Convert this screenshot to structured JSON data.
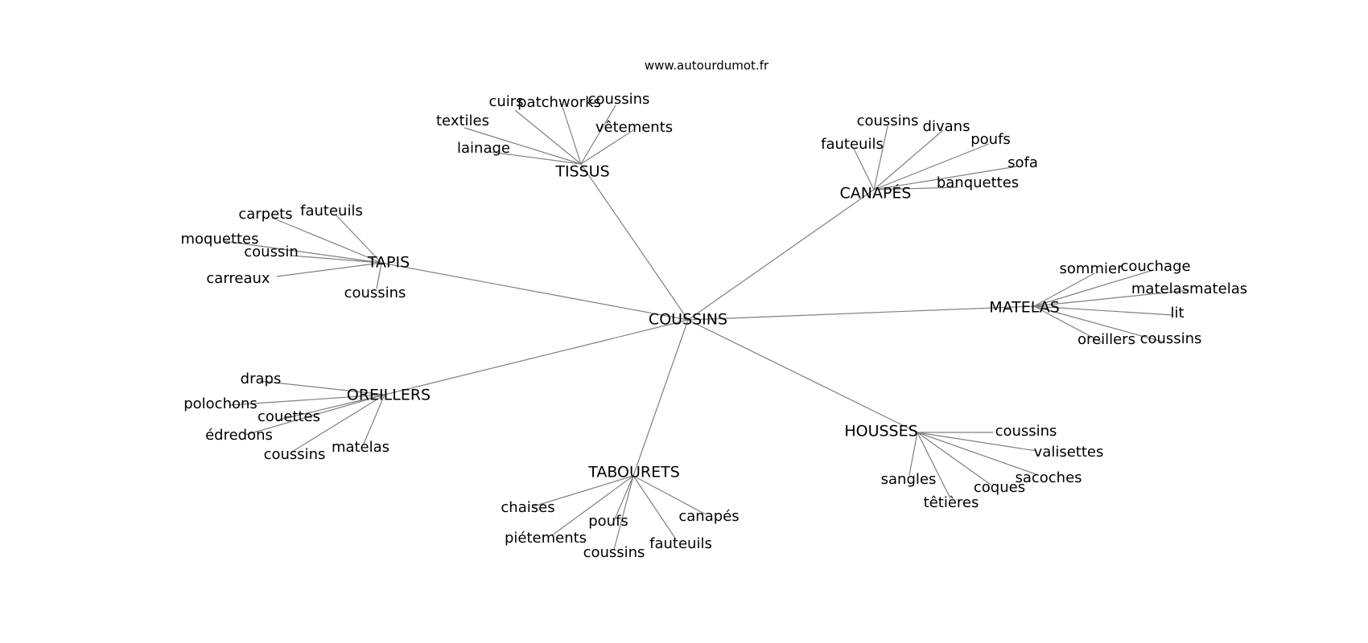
{
  "site": "www.autourdumot.fr",
  "center": "COUSSINS",
  "clusters": [
    {
      "hub": "TISSUS",
      "leaves": [
        "textiles",
        "cuirs",
        "patchworks",
        "coussins",
        "vêtements",
        "lainage"
      ]
    },
    {
      "hub": "CANAPÉS",
      "leaves": [
        "coussins",
        "divans",
        "fauteuils",
        "poufs",
        "sofa",
        "banquettes"
      ]
    },
    {
      "hub": "TAPIS",
      "leaves": [
        "carpets",
        "fauteuils",
        "moquettes",
        "coussin",
        "carreaux",
        "coussins"
      ]
    },
    {
      "hub": "MATELAS",
      "leaves": [
        "sommier",
        "couchage",
        "matelasmatelas",
        "lit",
        "oreillers",
        "coussins"
      ]
    },
    {
      "hub": "OREILLERS",
      "leaves": [
        "draps",
        "polochons",
        "couettes",
        "édredons",
        "coussins",
        "matelas"
      ]
    },
    {
      "hub": "HOUSSES",
      "leaves": [
        "coussins",
        "valisettes",
        "sacoches",
        "coques",
        "sangles",
        "têtières"
      ]
    },
    {
      "hub": "TABOURETS",
      "leaves": [
        "chaises",
        "canapés",
        "poufs",
        "piétements",
        "coussins",
        "fauteuils"
      ]
    }
  ]
}
